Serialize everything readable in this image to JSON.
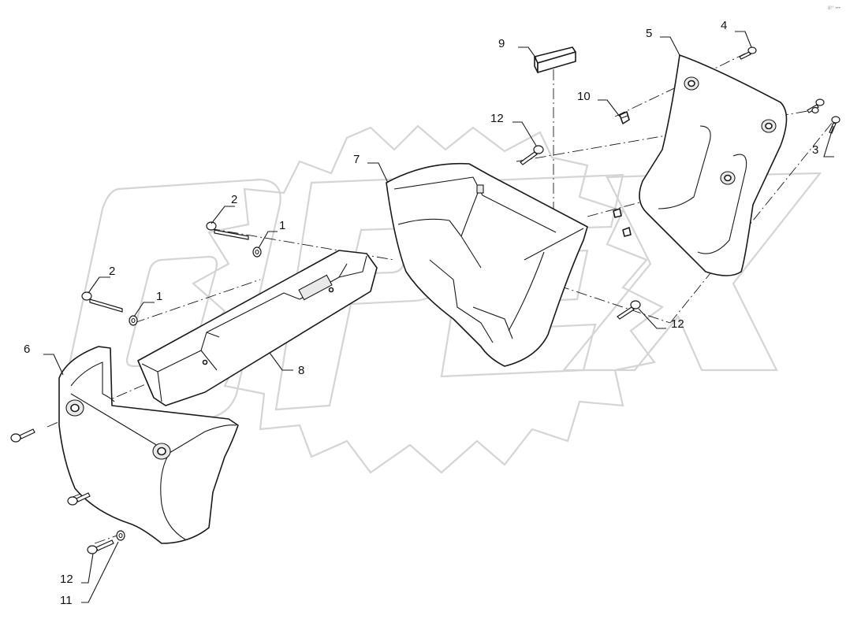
{
  "diagram": {
    "watermark": "OPEX",
    "corner_code": "8²° •••",
    "callouts": [
      {
        "id": "c1a",
        "label": "1"
      },
      {
        "id": "c1b",
        "label": "1"
      },
      {
        "id": "c2a",
        "label": "2"
      },
      {
        "id": "c2b",
        "label": "2"
      },
      {
        "id": "c3",
        "label": "3"
      },
      {
        "id": "c4",
        "label": "4"
      },
      {
        "id": "c5",
        "label": "5"
      },
      {
        "id": "c6",
        "label": "6"
      },
      {
        "id": "c7",
        "label": "7"
      },
      {
        "id": "c8",
        "label": "8"
      },
      {
        "id": "c9",
        "label": "9"
      },
      {
        "id": "c10",
        "label": "10"
      },
      {
        "id": "c11",
        "label": "11"
      },
      {
        "id": "c12a",
        "label": "12"
      },
      {
        "id": "c12b",
        "label": "12"
      },
      {
        "id": "c12c",
        "label": "12"
      }
    ]
  }
}
